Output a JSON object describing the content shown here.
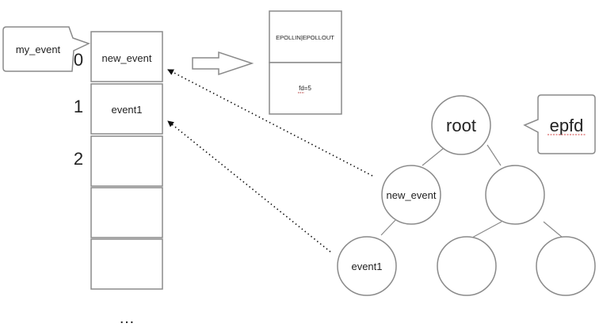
{
  "callout_left": {
    "text": "my_event"
  },
  "array": {
    "indices": [
      "0",
      "1",
      "2"
    ],
    "cells": [
      "new_event",
      "event1",
      "",
      "",
      ""
    ],
    "ellipsis": "…"
  },
  "detail_box": {
    "events": "EPOLLIN|EPOLLOUT",
    "fd": "fd=5",
    "fd_underline_color": "#b03030"
  },
  "callout_right": {
    "text": "epfd",
    "underline_color": "#d04040"
  },
  "tree": {
    "root": "root",
    "left": "new_event",
    "right": "",
    "left_left": "event1",
    "right_left": "",
    "right_right": ""
  },
  "colors": {
    "stroke": "#8a8a8a",
    "text": "#222222",
    "dotted": "#111111"
  }
}
